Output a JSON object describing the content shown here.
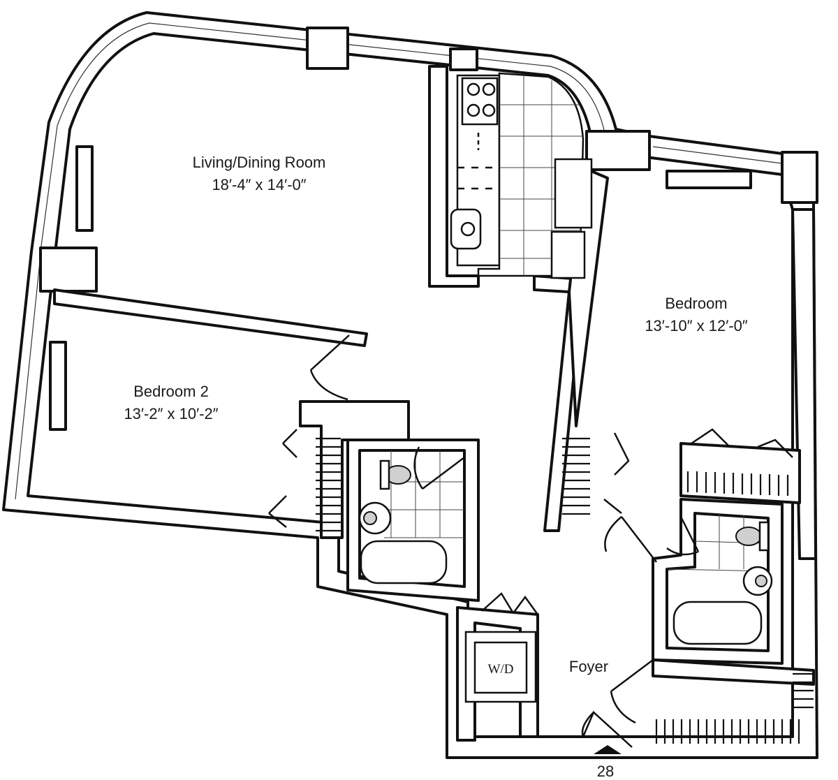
{
  "rooms": {
    "living": {
      "name": "Living/Dining Room",
      "dims": "18′-4″ x 14′-0″"
    },
    "bedroom": {
      "name": "Bedroom",
      "dims": "13′-10″ x 12′-0″"
    },
    "bedroom2": {
      "name": "Bedroom 2",
      "dims": "13′-2″ x 10′-2″"
    },
    "foyer": {
      "name": "Foyer"
    }
  },
  "fixtures": {
    "washer_dryer": "W/D"
  },
  "unit_number": "28",
  "colors": {
    "line": "#111111",
    "background": "#ffffff",
    "fixture_fill": "#d0d0d0"
  }
}
